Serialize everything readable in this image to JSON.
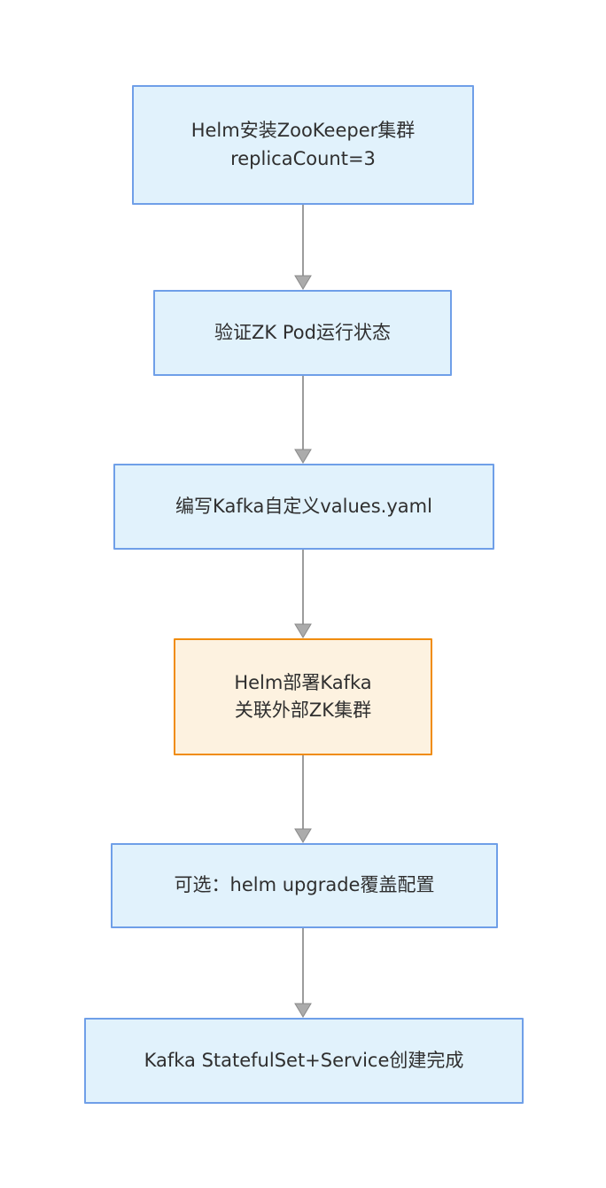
{
  "diagram": {
    "type": "flowchart",
    "direction": "top-down",
    "colors": {
      "node_fill": "#e1f2fc",
      "node_border": "#6f9fe8",
      "highlight_fill": "#fdf2e0",
      "highlight_border": "#f08c0e",
      "text": "#2f2f2f",
      "edge_line": "#9b9b9b",
      "arrow_fill": "#ababab",
      "arrow_stroke": "#8a8a8a"
    },
    "nodes": [
      {
        "id": "step-1",
        "style": "default",
        "lines": [
          "Helm安装ZooKeeper集群",
          "replicaCount=3"
        ]
      },
      {
        "id": "step-2",
        "style": "default",
        "lines": [
          "验证ZK Pod运行状态"
        ]
      },
      {
        "id": "step-3",
        "style": "default",
        "lines": [
          "编写Kafka自定义values.yaml"
        ]
      },
      {
        "id": "step-4",
        "style": "highlight",
        "lines": [
          "Helm部署Kafka",
          "关联外部ZK集群"
        ]
      },
      {
        "id": "step-5",
        "style": "default",
        "lines": [
          "可选：helm upgrade覆盖配置"
        ]
      },
      {
        "id": "step-6",
        "style": "default",
        "lines": [
          "Kafka StatefulSet+Service创建完成"
        ]
      }
    ],
    "edges": [
      {
        "from": "step-1",
        "to": "step-2"
      },
      {
        "from": "step-2",
        "to": "step-3"
      },
      {
        "from": "step-3",
        "to": "step-4"
      },
      {
        "from": "step-4",
        "to": "step-5"
      },
      {
        "from": "step-5",
        "to": "step-6"
      }
    ]
  }
}
